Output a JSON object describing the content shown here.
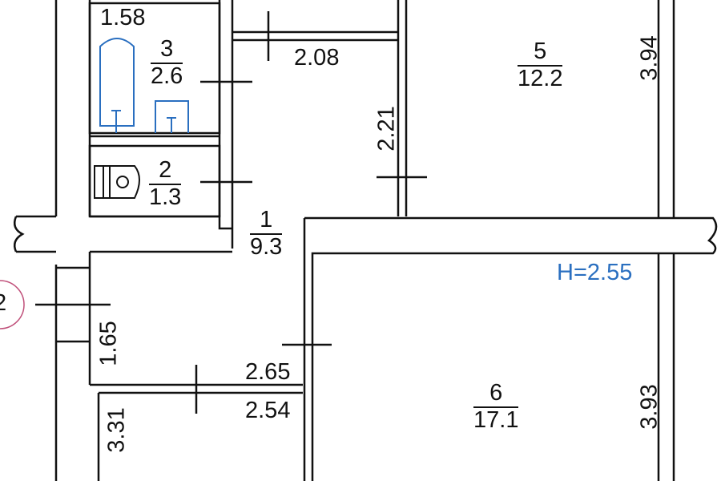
{
  "plan": {
    "ceiling_height": "H=2.55",
    "rooms": [
      {
        "number": "1",
        "area": "9.3"
      },
      {
        "number": "2",
        "area": "1.3"
      },
      {
        "number": "3",
        "area": "2.6"
      },
      {
        "number": "5",
        "area": "12.2"
      },
      {
        "number": "6",
        "area": "17.1"
      }
    ],
    "dimensions": {
      "bath_width": "1.58",
      "corridor_top": "2.08",
      "hall_height": "2.21",
      "room5_height": "3.94",
      "entry_height": "1.65",
      "entry_width": "2.65",
      "lower_width": "2.54",
      "lower_height": "3.31",
      "room6_height": "3.93"
    },
    "marker_label": "2",
    "colors": {
      "walls": "#111111",
      "fixtures": "#2a6fc0",
      "marker": "#c0507a",
      "height_label": "#2a6fc0"
    }
  }
}
